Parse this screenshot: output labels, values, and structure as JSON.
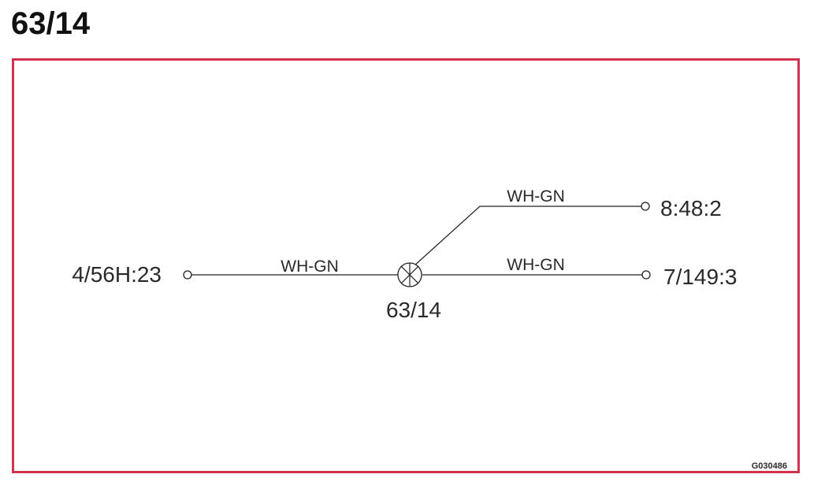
{
  "title": "63/14",
  "frame_color": "#d1334f",
  "diagram": {
    "splice": {
      "label": "63/14",
      "icon": "splice-circle-cross-icon"
    },
    "endpoints": {
      "left": "4/56H:23",
      "right_upper": "8:48:2",
      "right_lower": "7/149:3"
    },
    "wires": {
      "left": "WH-GN",
      "right_upper": "WH-GN",
      "right_lower": "WH-GN"
    },
    "reference_code": "G030486"
  }
}
